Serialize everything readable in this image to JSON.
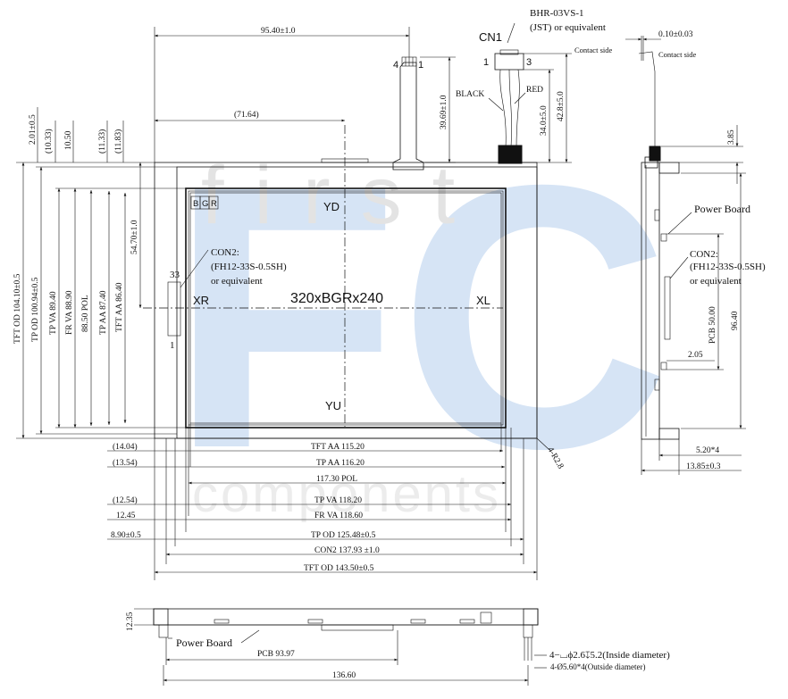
{
  "watermark": {
    "word1": "first",
    "word2": "components",
    "logo": "FC"
  },
  "front_view": {
    "resolution": "320xBGRx240",
    "bgr_cells": [
      "B",
      "G",
      "R"
    ],
    "touch_labels": {
      "top": "YD",
      "bottom": "YU",
      "left": "XR",
      "right": "XL"
    },
    "con2": {
      "line1": "CON2:",
      "line2": "(FH12-33S-0.5SH)",
      "line3": "or equivalent",
      "pin_top": "33",
      "pin_bottom": "1"
    }
  },
  "cn1": {
    "title": "CN1",
    "part": "BHR-03VS-1",
    "part2": "(JST) or  equivalent",
    "pin_left": "1",
    "pin_right": "3",
    "wire_black": "BLACK",
    "wire_red": "RED"
  },
  "fpc": {
    "pin_left": "4",
    "pin_right": "1"
  },
  "top_dims": {
    "tft_span": "95.40±1.0",
    "center": "(71.64)",
    "fpc_len": "39.69±1.0",
    "cn_34": "34.0±5.0",
    "cn_42": "42.8±5.0"
  },
  "left_dims": {
    "v201": "2.01±0.5",
    "v1033": "(10.33)",
    "v1050": "10.50",
    "v1133": "(11.33)",
    "v1183": "(11.83)",
    "v5470": "54.70±1.0",
    "tft_od": "TFT OD 104.10±0.5",
    "tp_od": "TP OD 100.94±0.5",
    "tp_va": "TP VA 89.40",
    "fr_va": "FR VA 88.90",
    "pol": "88.50 POL",
    "tp_aa": "TP AA 87.40",
    "tft_aa": "TFT AA 86.40"
  },
  "bottom_dims": [
    {
      "left": "(14.04)",
      "label": "TFT AA 115.20"
    },
    {
      "left": "(13.54)",
      "label": "TP AA 116.20"
    },
    {
      "left": "",
      "label": "117.30 POL"
    },
    {
      "left": "(12.54)",
      "label": "TP VA 118.20"
    },
    {
      "left": "12.45",
      "label": "FR VA 118.60"
    },
    {
      "left": "8.90±0.5",
      "label": "TP OD 125.48±0.5"
    },
    {
      "left": "",
      "label": "CON2  137.93 ±1.0"
    },
    {
      "left": "",
      "label": "TFT OD 143.50±0.5"
    }
  ],
  "corner_radius": "4-R2.8",
  "side_view": {
    "thk_010": "0.10±0.03",
    "contact_side_left": "Contact side",
    "contact_side_right": "Contact side",
    "v385": "3.85",
    "power_board": "Power Board",
    "con2_line1": "CON2:",
    "con2_line2": "(FH12-33S-0.5SH)",
    "con2_line3": "or equivalent",
    "pcb": "PCB 50.00",
    "v9640": "96.40",
    "v205": "2.05",
    "v520": "5.20*4",
    "v1385": "13.85±0.3"
  },
  "bottom_view": {
    "height": "12.35",
    "power_board": "Power Board",
    "pcb": "PCB 93.97",
    "width": "136.60",
    "hole_inside": "4−⌴ϕ2.6↧5.2(Inside diameter)",
    "hole_outside": "4-Ø5.60*4(Outside diameter)"
  }
}
